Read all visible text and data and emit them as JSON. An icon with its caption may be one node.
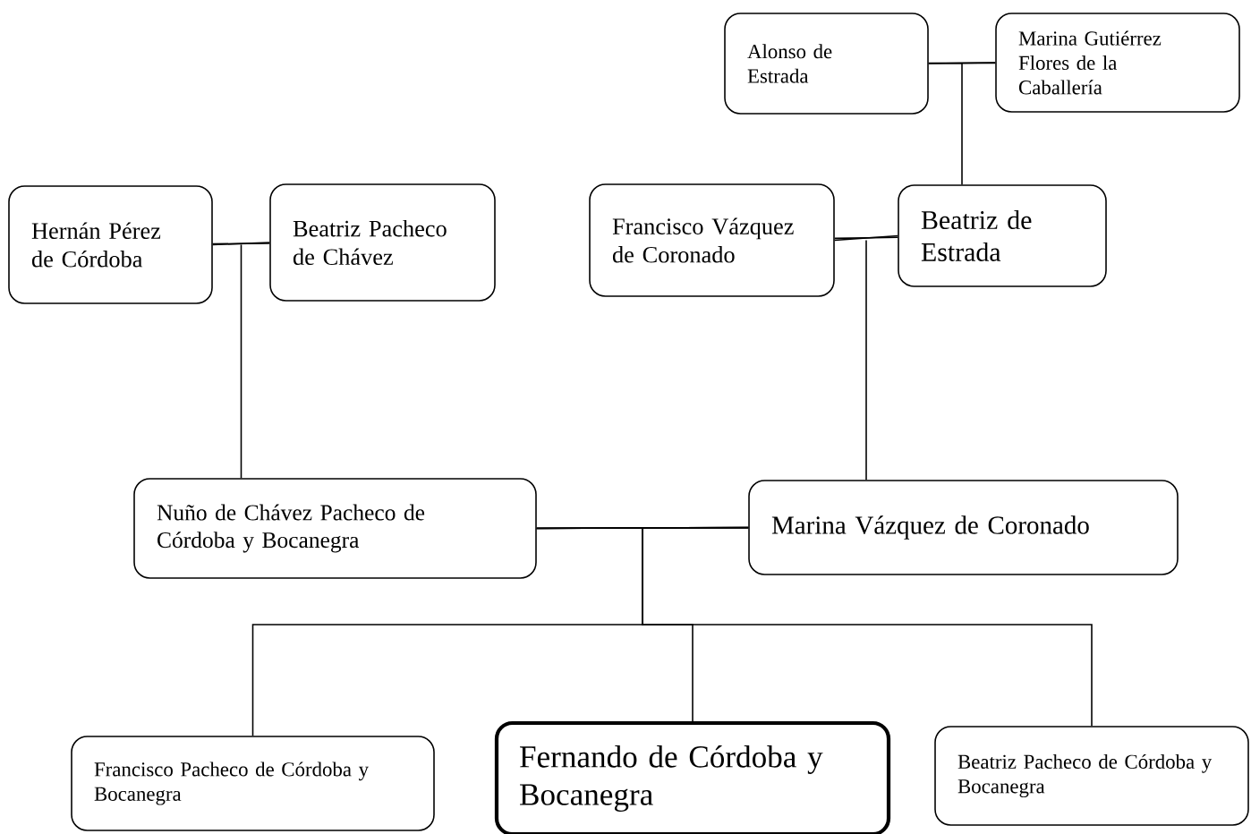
{
  "diagram": {
    "nodes": [
      {
        "text": [
          "Alonso de Estrada"
        ]
      },
      {
        "text": [
          "Marina Gutiérrez Flores de la Caballería"
        ]
      },
      {
        "text": [
          "Hernán Pérez de Córdoba"
        ]
      },
      {
        "text": [
          "Beatriz Pacheco de Chávez"
        ]
      },
      {
        "text": [
          "Francisco Vázquez de Coronado"
        ]
      },
      {
        "text": [
          "Beatriz de Estrada"
        ]
      },
      {
        "text": [
          "Nuño de Chávez Pacheco de Córdoba y Bocanegra"
        ]
      },
      {
        "text": [
          "Marina Vázquez de Coronado"
        ]
      },
      {
        "text": [
          "Francisco Pacheco de Córdoba y Bocanegra"
        ]
      },
      {
        "text": [
          "Fernando de Córdoba y Bocanegra"
        ]
      },
      {
        "text": [
          "Beatriz Pacheco de Córdoba y Bocanegra"
        ]
      }
    ],
    "edges": [
      {
        "from": 0,
        "to": 1,
        "arrow": "none"
      },
      {
        "from": 0,
        "to": 5,
        "arrow": "none"
      },
      {
        "from": 1,
        "to": 5,
        "arrow": "none"
      },
      {
        "from": 2,
        "to": 3,
        "arrow": "none"
      },
      {
        "from": 2,
        "to": 6,
        "arrow": "none"
      },
      {
        "from": 3,
        "to": 6,
        "arrow": "none"
      },
      {
        "from": 4,
        "to": 5,
        "arrow": "none"
      },
      {
        "from": 4,
        "to": 7,
        "arrow": "none"
      },
      {
        "from": 5,
        "to": 7,
        "arrow": "none"
      },
      {
        "from": 6,
        "to": 7,
        "arrow": "none"
      },
      {
        "from": 6,
        "to": 8,
        "arrow": "none"
      },
      {
        "from": 7,
        "to": 8,
        "arrow": "none"
      },
      {
        "from": 6,
        "to": 9,
        "arrow": "none"
      },
      {
        "from": 7,
        "to": 9,
        "arrow": "none"
      },
      {
        "from": 6,
        "to": 10,
        "arrow": "none"
      },
      {
        "from": 7,
        "to": 10,
        "arrow": "none"
      }
    ]
  }
}
